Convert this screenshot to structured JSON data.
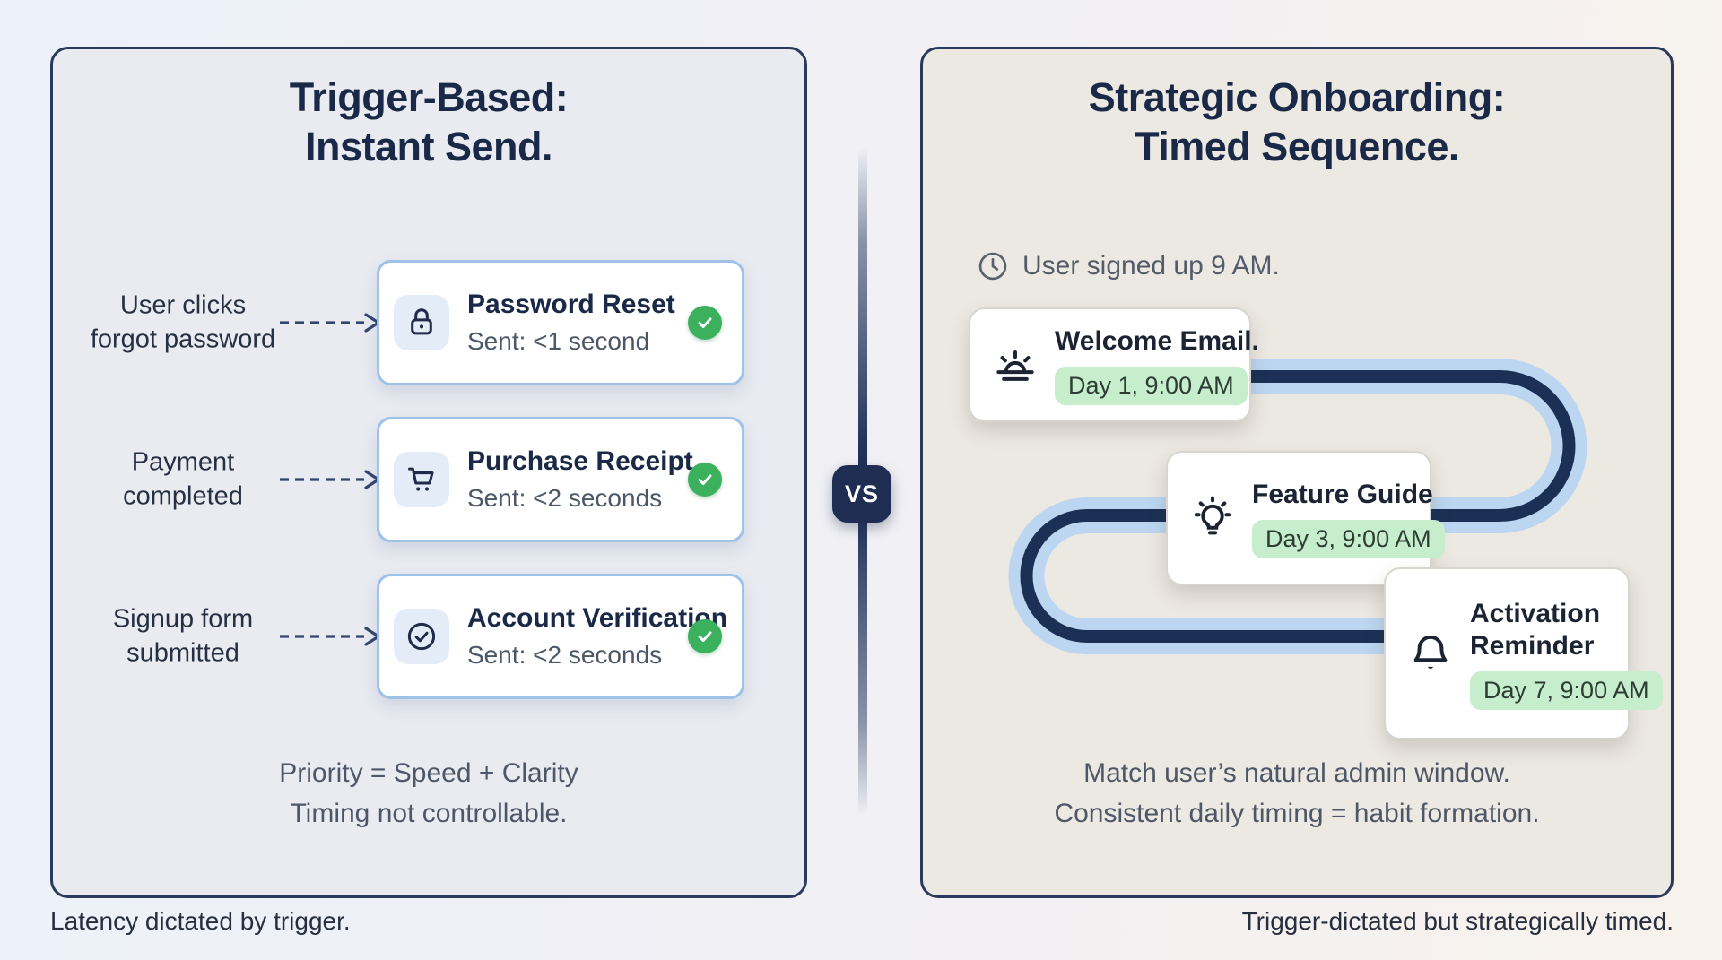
{
  "left_panel": {
    "title_line1": "Trigger-Based:",
    "title_line2": "Instant Send.",
    "rows": [
      {
        "trigger_line1": "User clicks",
        "trigger_line2": "forgot password",
        "title": "Password Reset",
        "subtitle": "Sent: <1 second",
        "icon": "lock-icon"
      },
      {
        "trigger_line1": "Payment",
        "trigger_line2": "completed",
        "title": "Purchase Receipt",
        "subtitle": "Sent: <2 seconds",
        "icon": "cart-icon"
      },
      {
        "trigger_line1": "Signup form",
        "trigger_line2": "submitted",
        "title": "Account Verification",
        "subtitle": "Sent: <2 seconds",
        "icon": "check-circle-icon"
      }
    ],
    "summary_line1": "Priority = Speed + Clarity",
    "summary_line2": "Timing not controllable.",
    "caption": "Latency dictated by trigger."
  },
  "divider": {
    "badge_label": "VS"
  },
  "right_panel": {
    "title_line1": "Strategic Onboarding:",
    "title_line2": "Timed Sequence.",
    "note": "User signed up 9 AM.",
    "steps": [
      {
        "title": "Welcome Email.",
        "badge": "Day 1, 9:00 AM",
        "icon": "sunrise-icon"
      },
      {
        "title": "Feature Guide",
        "badge": "Day 3, 9:00 AM",
        "icon": "lightbulb-icon"
      },
      {
        "title": "Activation Reminder",
        "badge": "Day 7, 9:00 AM",
        "icon": "bell-icon"
      }
    ],
    "summary_line1": "Match user’s natural admin window.",
    "summary_line2": "Consistent daily timing = habit formation.",
    "caption": "Trigger-dictated but strategically timed."
  },
  "colors": {
    "panel_border_navy": "#2b3a5c",
    "left_panel_bg": "#e9ebf1",
    "right_panel_bg": "#ece8e2",
    "card_border_blue": "#9fc2e8",
    "path_outer_blue": "#bcd6f1",
    "path_inner_navy": "#1c3055",
    "check_green": "#3bb15e",
    "pill_green": "#c6edcc",
    "title_navy": "#1a2947",
    "vs_badge_navy": "#1f2d52"
  }
}
